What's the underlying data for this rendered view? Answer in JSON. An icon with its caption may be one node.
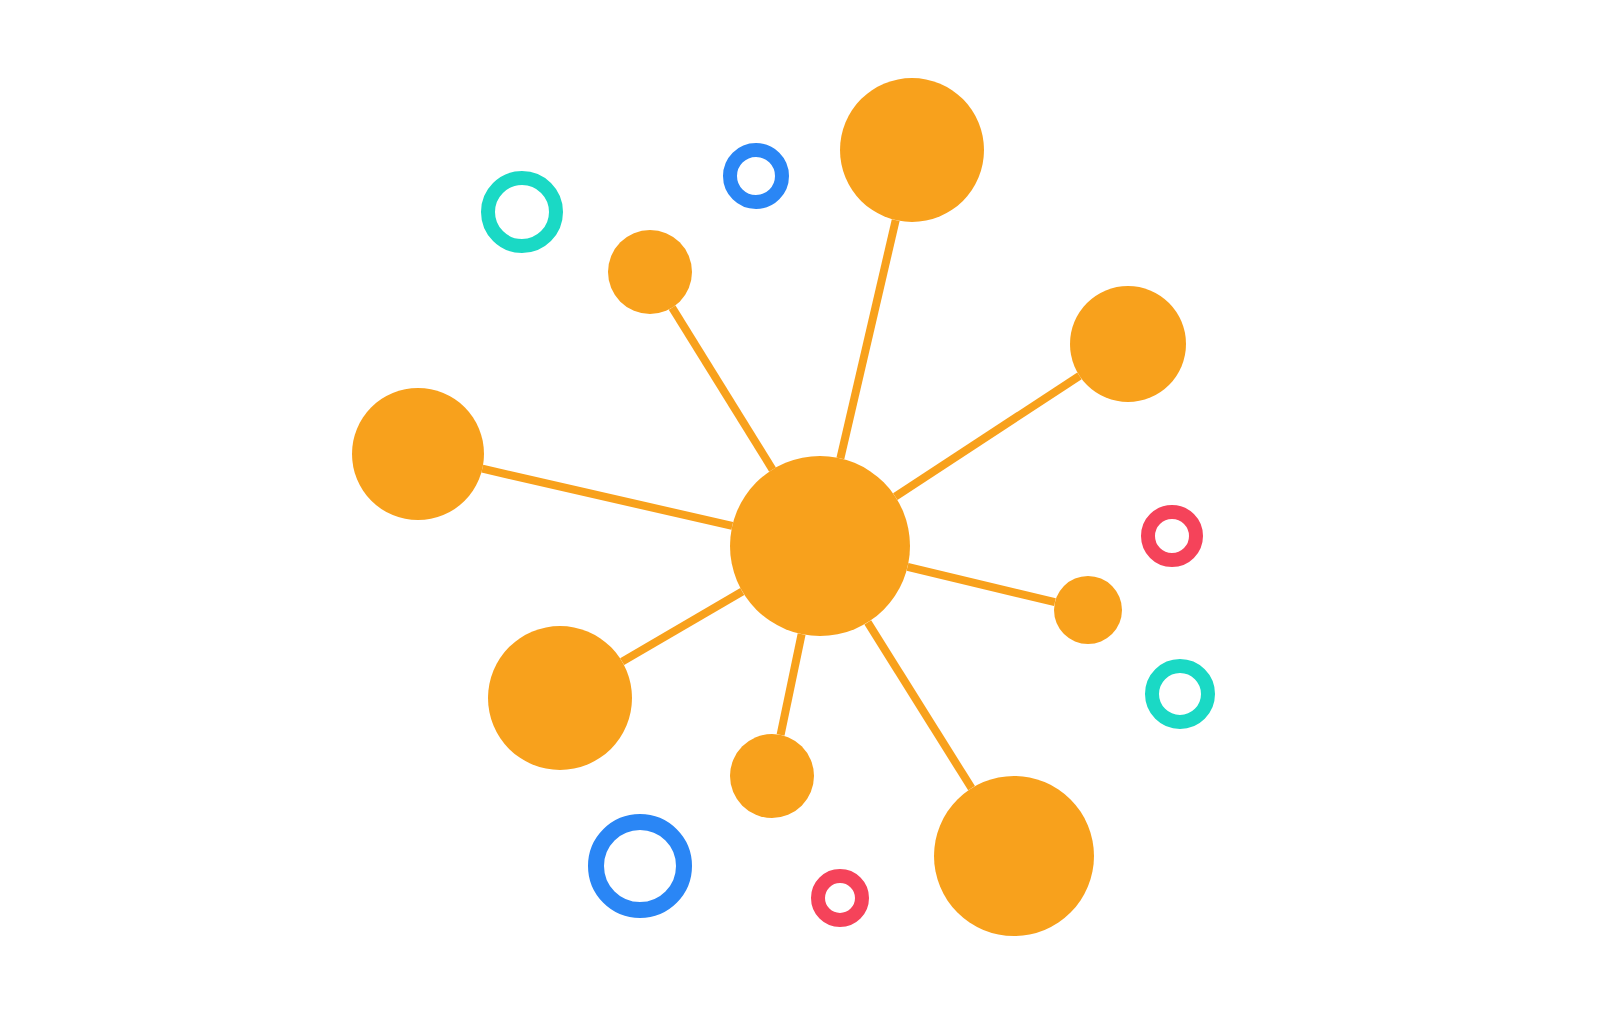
{
  "diagram": {
    "nodes": [
      {
        "text": [],
        "shape": "circle"
      },
      {
        "text": [],
        "shape": "ring"
      },
      {
        "text": [],
        "shape": "ring"
      },
      {
        "text": [],
        "shape": "circle"
      },
      {
        "text": [],
        "shape": "circle"
      },
      {
        "text": [],
        "shape": "circle"
      },
      {
        "text": [],
        "shape": "ring"
      },
      {
        "text": [],
        "shape": "circle"
      },
      {
        "text": [],
        "shape": "circle"
      },
      {
        "text": [],
        "shape": "ring"
      },
      {
        "text": [],
        "shape": "circle"
      },
      {
        "text": [],
        "shape": "circle"
      },
      {
        "text": [],
        "shape": "circle"
      },
      {
        "text": [],
        "shape": "ring"
      },
      {
        "text": [],
        "shape": "ring"
      }
    ],
    "edges": [
      {
        "from": 7,
        "to": 0,
        "arrow": "none"
      },
      {
        "from": 7,
        "to": 3,
        "arrow": "none"
      },
      {
        "from": 7,
        "to": 4,
        "arrow": "none"
      },
      {
        "from": 7,
        "to": 5,
        "arrow": "none"
      },
      {
        "from": 7,
        "to": 8,
        "arrow": "none"
      },
      {
        "from": 7,
        "to": 10,
        "arrow": "none"
      },
      {
        "from": 7,
        "to": 11,
        "arrow": "none"
      },
      {
        "from": 7,
        "to": 12,
        "arrow": "none"
      }
    ]
  }
}
